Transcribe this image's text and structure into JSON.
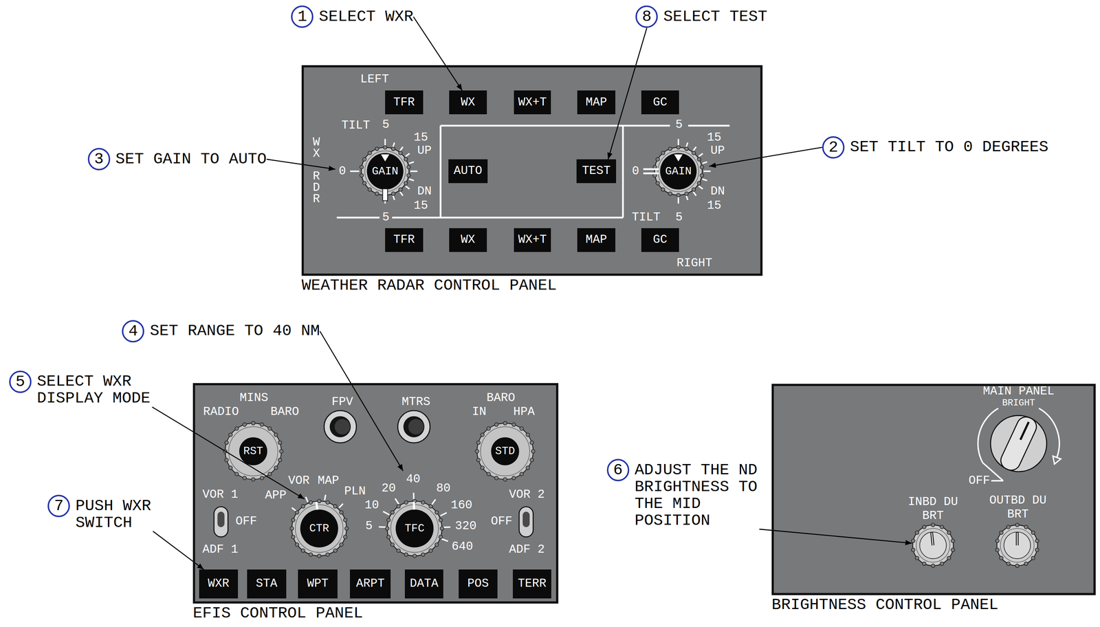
{
  "diagram": {
    "nodes": [
      {
        "text": [
          "WEATHER RADAR CONTROL PANEL"
        ]
      },
      {
        "text": [
          "TFR"
        ],
        "in": 0
      },
      {
        "text": [
          "WX"
        ],
        "in": 0
      },
      {
        "text": [
          "WX+T"
        ],
        "in": 0
      },
      {
        "text": [
          "MAP"
        ],
        "in": 0
      },
      {
        "text": [
          "GC"
        ],
        "in": 0
      },
      {
        "text": [
          "GAIN"
        ],
        "in": 0
      },
      {
        "text": [
          "AUTO"
        ],
        "in": 0
      },
      {
        "text": [
          "TEST"
        ],
        "in": 0
      },
      {
        "text": [
          "GAIN"
        ],
        "in": 0
      },
      {
        "text": [
          "TFR"
        ],
        "in": 0
      },
      {
        "text": [
          "WX"
        ],
        "in": 0
      },
      {
        "text": [
          "WX+T"
        ],
        "in": 0
      },
      {
        "text": [
          "MAP"
        ],
        "in": 0
      },
      {
        "text": [
          "GC"
        ],
        "in": 0
      },
      {
        "text": [
          "EFIS CONTROL PANEL"
        ]
      },
      {
        "text": [
          "RST"
        ],
        "in": 15
      },
      {
        "text": [
          "STD"
        ],
        "in": 15
      },
      {
        "text": [
          "CTR"
        ],
        "in": 15
      },
      {
        "text": [
          "TFC"
        ],
        "in": 15
      },
      {
        "text": [
          "WXR"
        ],
        "in": 15
      },
      {
        "text": [
          "STA"
        ],
        "in": 15
      },
      {
        "text": [
          "WPT"
        ],
        "in": 15
      },
      {
        "text": [
          "ARPT"
        ],
        "in": 15
      },
      {
        "text": [
          "DATA"
        ],
        "in": 15
      },
      {
        "text": [
          "POS"
        ],
        "in": 15
      },
      {
        "text": [
          "TERR"
        ],
        "in": 15
      },
      {
        "text": [
          "BRIGHTNESS CONTROL PANEL"
        ]
      },
      {
        "text": [
          "INBD DU BRT"
        ],
        "in": 27
      },
      {
        "text": [
          "1",
          "SELECT WXR"
        ]
      },
      {
        "text": [
          "8",
          "SELECT TEST"
        ]
      },
      {
        "text": [
          "3",
          "SET GAIN TO AUTO"
        ]
      },
      {
        "text": [
          "2",
          "SET TILT TO 0 DEGREES"
        ]
      },
      {
        "text": [
          "4",
          "SET RANGE TO 40 NM"
        ]
      },
      {
        "text": [
          "5",
          "SELECT WXR DISPLAY MODE"
        ]
      },
      {
        "text": [
          "6",
          "ADJUST THE ND BRIGHTNESS TO THE MID POSITION"
        ]
      },
      {
        "text": [
          "7",
          "PUSH WXR SWITCH"
        ]
      }
    ],
    "edges": [
      {
        "from": 29,
        "to": 2,
        "arrow": "to"
      },
      {
        "from": 30,
        "to": 8,
        "arrow": "to"
      },
      {
        "from": 31,
        "to": 6,
        "arrow": "to"
      },
      {
        "from": 32,
        "to": 9,
        "arrow": "to"
      },
      {
        "from": 33,
        "to": 19,
        "arrow": "to"
      },
      {
        "from": 34,
        "to": 18,
        "arrow": "to"
      },
      {
        "from": 35,
        "to": 28,
        "arrow": "to"
      },
      {
        "from": 36,
        "to": 20,
        "arrow": "to"
      }
    ],
    "labels": [
      "LEFT",
      "TILT",
      "5",
      "15",
      "UP",
      "WX",
      "RDR",
      "0",
      "DN",
      "15",
      "5",
      "5",
      "15",
      "UP",
      "0",
      "DN",
      "15",
      "TILT",
      "5",
      "RIGHT",
      "MINS",
      "RADIO",
      "BARO",
      "FPV",
      "MTRS",
      "BARO",
      "IN",
      "HPA",
      "VOR 1",
      "OFF",
      "ADF 1",
      "APP",
      "VOR",
      "MAP",
      "PLN",
      "20",
      "40",
      "80",
      "10",
      "160",
      "5",
      "320",
      "640",
      "VOR 2",
      "OFF",
      "ADF 2",
      "MAIN PANEL",
      "BRIGHT",
      "OFF",
      "OUTBD DU BRT"
    ]
  }
}
